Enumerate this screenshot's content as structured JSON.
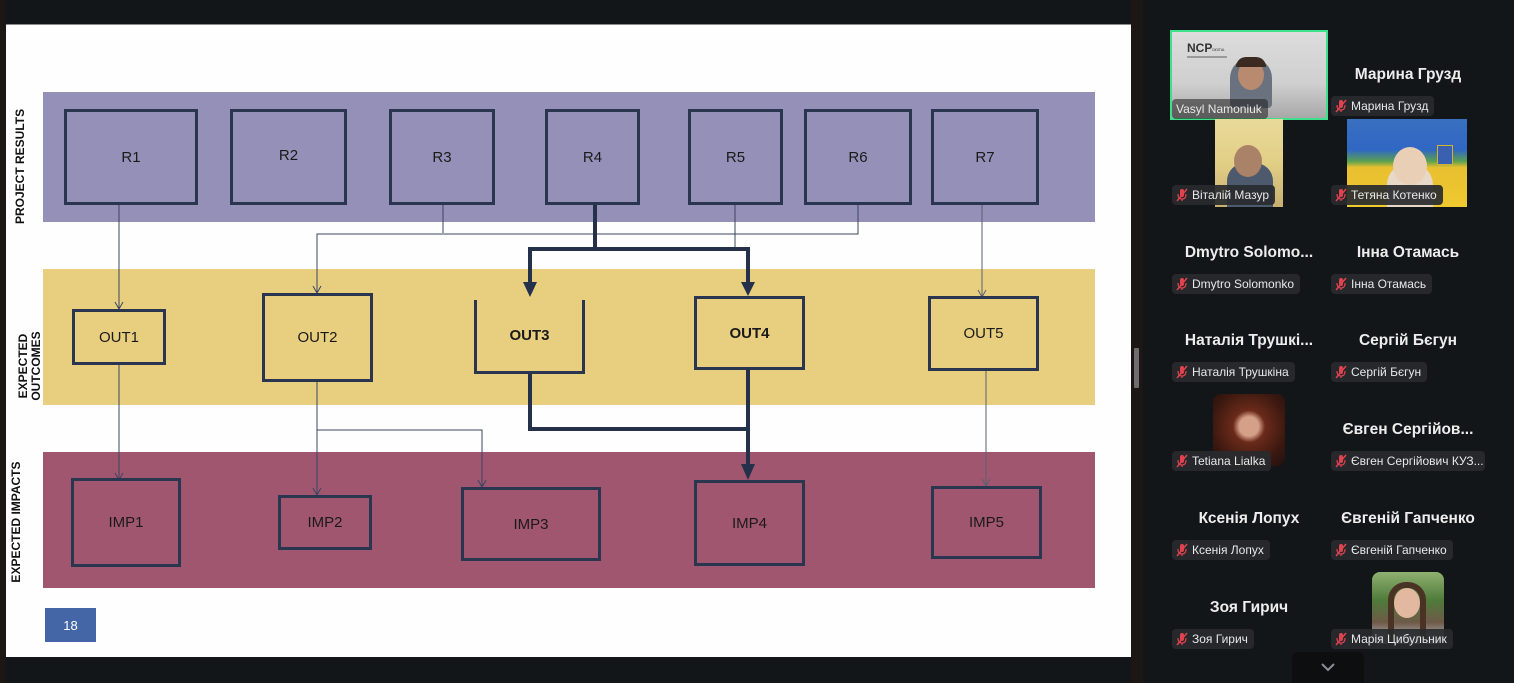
{
  "slide": {
    "row_labels": {
      "results": "PROJECT RESULTS",
      "outcomes_line1": "EXPECTED",
      "outcomes_line2": "OUTCOMES",
      "impacts": "EXPECTED IMPACTS"
    },
    "results": [
      "R1",
      "R2",
      "R3",
      "R4",
      "R5",
      "R6",
      "R7"
    ],
    "outcomes": [
      "OUT1",
      "OUT2",
      "OUT3",
      "OUT4",
      "OUT5"
    ],
    "impacts": [
      "IMP1",
      "IMP2",
      "IMP3",
      "IMP4",
      "IMP5"
    ],
    "links": [
      {
        "from": "R1",
        "to": "OUT1"
      },
      {
        "from": "R3",
        "to": "OUT2"
      },
      {
        "from": "R6",
        "to": "OUT2"
      },
      {
        "from": "R4",
        "to": "OUT3",
        "emphasis": true
      },
      {
        "from": "R4",
        "to": "OUT4",
        "emphasis": true
      },
      {
        "from": "R5",
        "to": "OUT4"
      },
      {
        "from": "R7",
        "to": "OUT5"
      },
      {
        "from": "OUT1",
        "to": "IMP1"
      },
      {
        "from": "OUT2",
        "to": "IMP2"
      },
      {
        "from": "OUT2",
        "to": "IMP3"
      },
      {
        "from": "OUT3",
        "to": "IMP4",
        "emphasis": true
      },
      {
        "from": "OUT4",
        "to": "IMP4",
        "emphasis": true
      },
      {
        "from": "OUT5",
        "to": "IMP5"
      }
    ],
    "page_number": "18",
    "colors": {
      "results_band": "#9590b7",
      "outcomes_band": "#e8cf80",
      "impacts_band": "#a0566f",
      "box_border": "#2a3550",
      "page_badge": "#4566a6"
    }
  },
  "participants": [
    {
      "display_name": "",
      "tag": "Vasyl Namoniuk",
      "video": "ncp-office",
      "muted": false,
      "active_speaker": true
    },
    {
      "display_name": "Марина Грузд",
      "tag": "Марина Грузд",
      "video": null,
      "muted": true
    },
    {
      "display_name": "",
      "tag": "Віталій Мазур",
      "video": "man-yellow-wall",
      "muted": true
    },
    {
      "display_name": "",
      "tag": "Тетяна Котенко",
      "video": "ukraine-flag-bg",
      "muted": true
    },
    {
      "display_name": "Dmytro  Solomo...",
      "tag": "Dmytro Solomonko",
      "video": null,
      "muted": true
    },
    {
      "display_name": "Інна Отамась",
      "tag": "Інна Отамась",
      "video": null,
      "muted": true
    },
    {
      "display_name": "Наталія  Трушкі...",
      "tag": "Наталія Трушкіна",
      "video": null,
      "muted": true
    },
    {
      "display_name": "Сергій Бєгун",
      "tag": "Сергій Бєгун",
      "video": null,
      "muted": true
    },
    {
      "display_name": "",
      "tag": "Tetiana Lialka",
      "video": "avatar-red-hair",
      "muted": true
    },
    {
      "display_name": "Євген  Сергійов...",
      "tag": "Євген Сергійович КУЗ...",
      "video": null,
      "muted": true
    },
    {
      "display_name": "Ксенія Лопух",
      "tag": "Ксенія Лопух",
      "video": null,
      "muted": true
    },
    {
      "display_name": "Євгеній  Гапченко",
      "tag": "Євгеній Гапченко",
      "video": null,
      "muted": true
    },
    {
      "display_name": "Зоя Гирич",
      "tag": "Зоя Гирич",
      "video": null,
      "muted": true
    },
    {
      "display_name": "",
      "tag": "Марія Цибульник",
      "video": "avatar-garden",
      "muted": true
    }
  ],
  "panel": {
    "scroll_down_icon": "chevron-down-icon",
    "active_color": "#3ee08a",
    "muted_icon_color": "#e0424f"
  }
}
